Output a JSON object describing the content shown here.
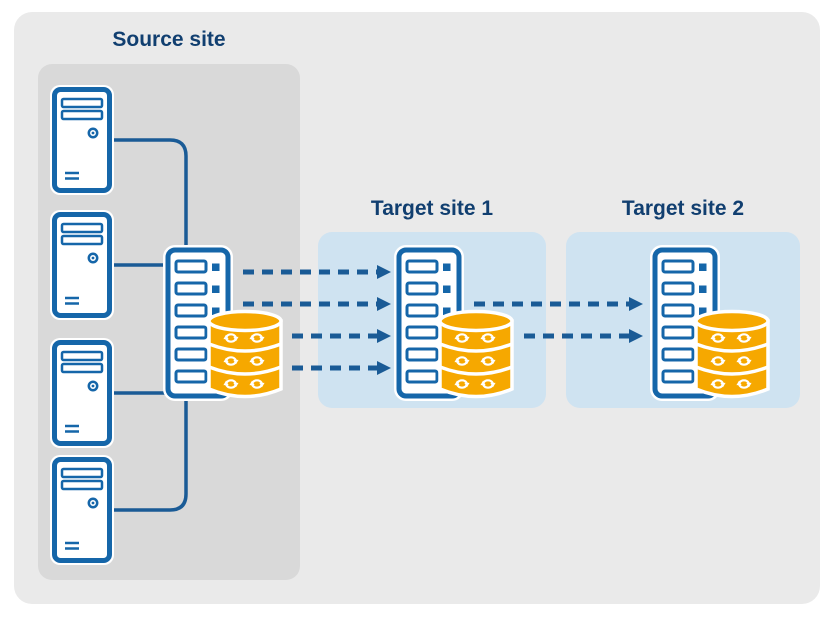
{
  "colors": {
    "canvas-bg": "#ffffff",
    "outer-panel": "#eaeaea",
    "source-panel": "#d9d9d9",
    "target-panel": "#cfe3f1",
    "icon-blue": "#1566a9",
    "line-blue": "#1a5b96",
    "db-orange": "#f6a800",
    "label-navy": "#113f70"
  },
  "labels": {
    "source_site": "Source site",
    "target_site_1": "Target site 1",
    "target_site_2": "Target site 2"
  },
  "diagram": {
    "type": "replication-topology",
    "sites": [
      {
        "id": "source",
        "label": "Source site",
        "nodes": [
          "client-pc",
          "client-pc",
          "client-pc",
          "client-pc",
          "server",
          "database"
        ]
      },
      {
        "id": "target1",
        "label": "Target site 1",
        "nodes": [
          "server",
          "database"
        ]
      },
      {
        "id": "target2",
        "label": "Target site 2",
        "nodes": [
          "server",
          "database"
        ]
      }
    ],
    "flows": [
      {
        "from": "source",
        "to": "target1",
        "style": "dashed-arrow",
        "count": 4
      },
      {
        "from": "target1",
        "to": "target2",
        "style": "dashed-arrow",
        "count": 2
      }
    ]
  }
}
